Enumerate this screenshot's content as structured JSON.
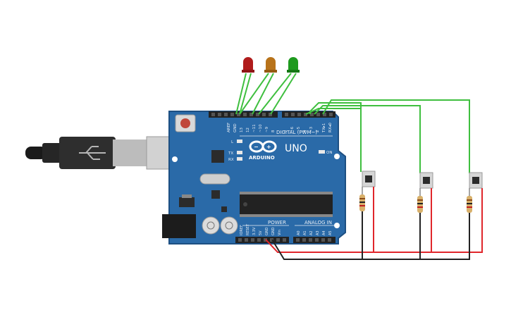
{
  "board": {
    "brand": "ARDUINO",
    "model": "UNO",
    "digital_label": "DIGITAL (PWM~)",
    "power_label": "POWER",
    "analog_label": "ANALOG IN",
    "on_label": "ON",
    "led_l": "L",
    "led_tx": "TX",
    "led_rx": "RX",
    "digital_pins": [
      "AREF",
      "GND",
      "13",
      "12",
      "~11",
      "~10",
      "~9",
      "8",
      "7",
      "~6",
      "~5",
      "4",
      "~3",
      "2",
      "TX▸1",
      "RX◂0"
    ],
    "power_pins": [
      "IOREF",
      "RESET",
      "3.3V",
      "5V",
      "GND",
      "GND",
      "Vin"
    ],
    "analog_pins": [
      "A0",
      "A1",
      "A2",
      "A3",
      "A4",
      "A5"
    ]
  },
  "components": {
    "leds": [
      {
        "name": "red-led",
        "color": "#b01c1c"
      },
      {
        "name": "amber-led",
        "color": "#b8731a"
      },
      {
        "name": "green-led",
        "color": "#1e9a1e"
      }
    ],
    "buttons": 3,
    "resistors": 3
  },
  "colors": {
    "board": "#2a6aa8",
    "board_dark": "#1d4f82",
    "wire_green": "#3fbf3f",
    "wire_red": "#e0262b",
    "wire_black": "#222222"
  }
}
